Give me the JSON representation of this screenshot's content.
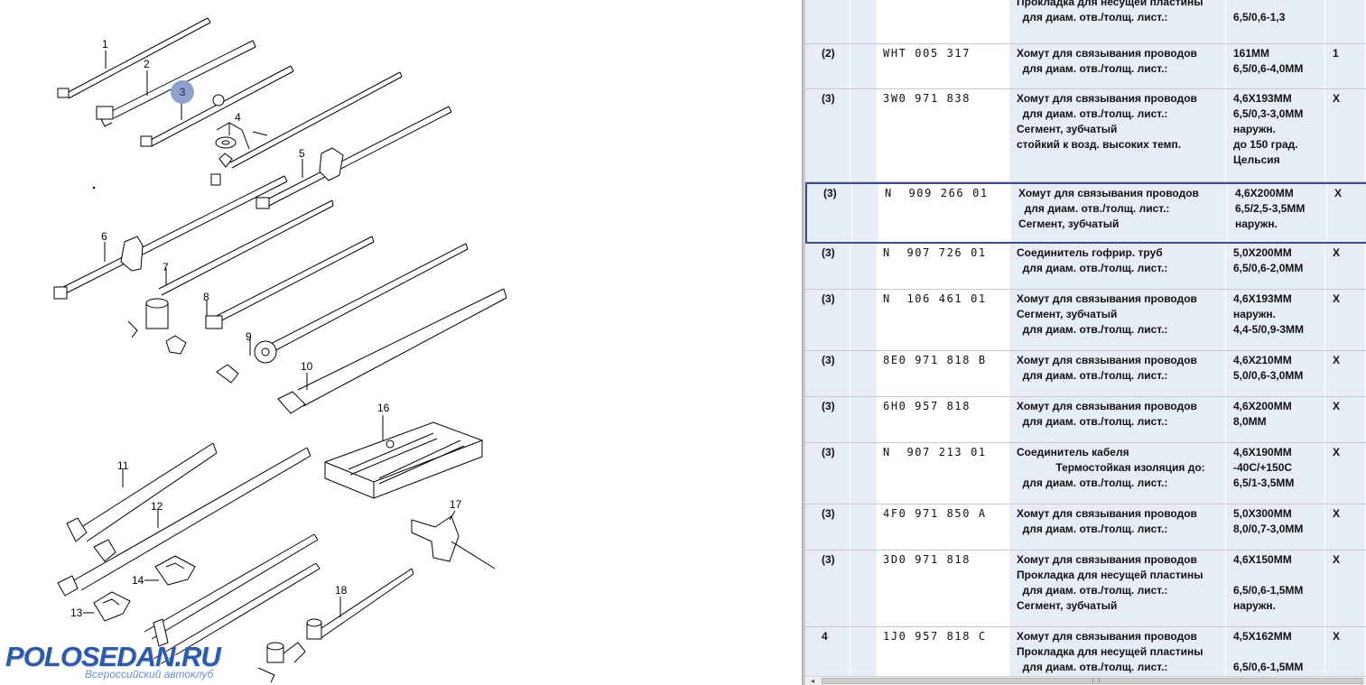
{
  "diagram": {
    "callouts": [
      "1",
      "2",
      "3",
      "4",
      "5",
      "6",
      "7",
      "8",
      "9",
      "10",
      "11",
      "12",
      "13",
      "14",
      "16",
      "17",
      "18"
    ],
    "selected_callout": "3"
  },
  "logo": {
    "title": "POLOSEDAN.RU",
    "subtitle": "Всероссийский автоклуб"
  },
  "table": {
    "selected_row": 3,
    "rows": [
      {
        "pos": "",
        "number": "",
        "desc": [
          "Прокладка для несущей пластины",
          "  для диам. отв./толщ. лист.:"
        ],
        "note": [
          "",
          "6,5/0,6-1,3"
        ],
        "qty": ""
      },
      {
        "pos": "(2)",
        "number": "WHT 005 317",
        "desc": [
          "Хомут для связывания проводов",
          "  для диам. отв./толщ. лист.:"
        ],
        "note": [
          "161MM",
          "6,5/0,6-4,0MM"
        ],
        "qty": "1"
      },
      {
        "pos": "(3)",
        "number": "3W0 971 838",
        "desc": [
          "Хомут для связывания проводов",
          "  для диам. отв./толщ. лист.:",
          "Сегмент, зубчатый",
          "стойкий к возд. высоких темп."
        ],
        "note": [
          "4,6X193MM",
          "6,5/0,3-3,0MM",
          "наружн.",
          "до 150 град.",
          "Цельсия"
        ],
        "qty": "X"
      },
      {
        "pos": "(3)",
        "number": "N  909 266 01",
        "desc": [
          "Хомут для связывания проводов",
          "  для диам. отв./толщ. лист.:",
          "Сегмент, зубчатый"
        ],
        "note": [
          "4,6X200MM",
          "6,5/2,5-3,5MM",
          "наружн."
        ],
        "qty": "X"
      },
      {
        "pos": "(3)",
        "number": "N  907 726 01",
        "desc": [
          "Соединитель гофрир. труб",
          "  для диам. отв./толщ. лист.:"
        ],
        "note": [
          "5,0X200MM",
          "6,5/0,6-2,0MM"
        ],
        "qty": "X"
      },
      {
        "pos": "(3)",
        "number": "N  106 461 01",
        "desc": [
          "Хомут для связывания проводов",
          "Сегмент, зубчатый",
          "  для диам. отв./толщ. лист.:"
        ],
        "note": [
          "4,6X193MM",
          "наружн.",
          "4,4-5/0,9-3MM"
        ],
        "qty": "X"
      },
      {
        "pos": "(3)",
        "number": "8E0 971 818 B",
        "desc": [
          "Хомут для связывания проводов",
          "  для диам. отв./толщ. лист.:"
        ],
        "note": [
          "4,6X210MM",
          "5,0/0,6-3,0MM"
        ],
        "qty": "X"
      },
      {
        "pos": "(3)",
        "number": "6H0 957 818",
        "desc": [
          "Хомут для связывания проводов",
          "  для диам. отв./толщ. лист.:"
        ],
        "note": [
          "4,6X200MM",
          "8,0MM"
        ],
        "qty": "X"
      },
      {
        "pos": "(3)",
        "number": "N  907 213 01",
        "desc": [
          "Соединитель кабеля",
          "             Термостойкая изоляция до:",
          "  для диам. отв./толщ. лист.:"
        ],
        "note": [
          "4,6X190MM",
          "-40C/+150C",
          "6,5/1-3,5MM"
        ],
        "qty": "X"
      },
      {
        "pos": "(3)",
        "number": "4F0 971 850 A",
        "desc": [
          "Хомут для связывания проводов",
          "  для диам. отв./толщ. лист.:"
        ],
        "note": [
          "5,0X300MM",
          "8,0/0,7-3,0MM"
        ],
        "qty": "X"
      },
      {
        "pos": "(3)",
        "number": "3D0 971 818",
        "desc": [
          "Хомут для связывания проводов",
          "Прокладка для несущей пластины",
          "  для диам. отв./толщ. лист.:",
          "Сегмент, зубчатый"
        ],
        "note": [
          "4,6X150MM",
          "",
          "6,5/0,6-1,5MM",
          "наружн."
        ],
        "qty": "X"
      },
      {
        "pos": "4",
        "number": "1J0 957 818 C",
        "desc": [
          "Хомут для связывания проводов",
          "Прокладка для несущей пластины",
          "  для диам. отв./толщ. лист.:"
        ],
        "note": [
          "4,5X162MM",
          "",
          "6,5/0,6-1,5MM"
        ],
        "qty": "X"
      }
    ]
  }
}
